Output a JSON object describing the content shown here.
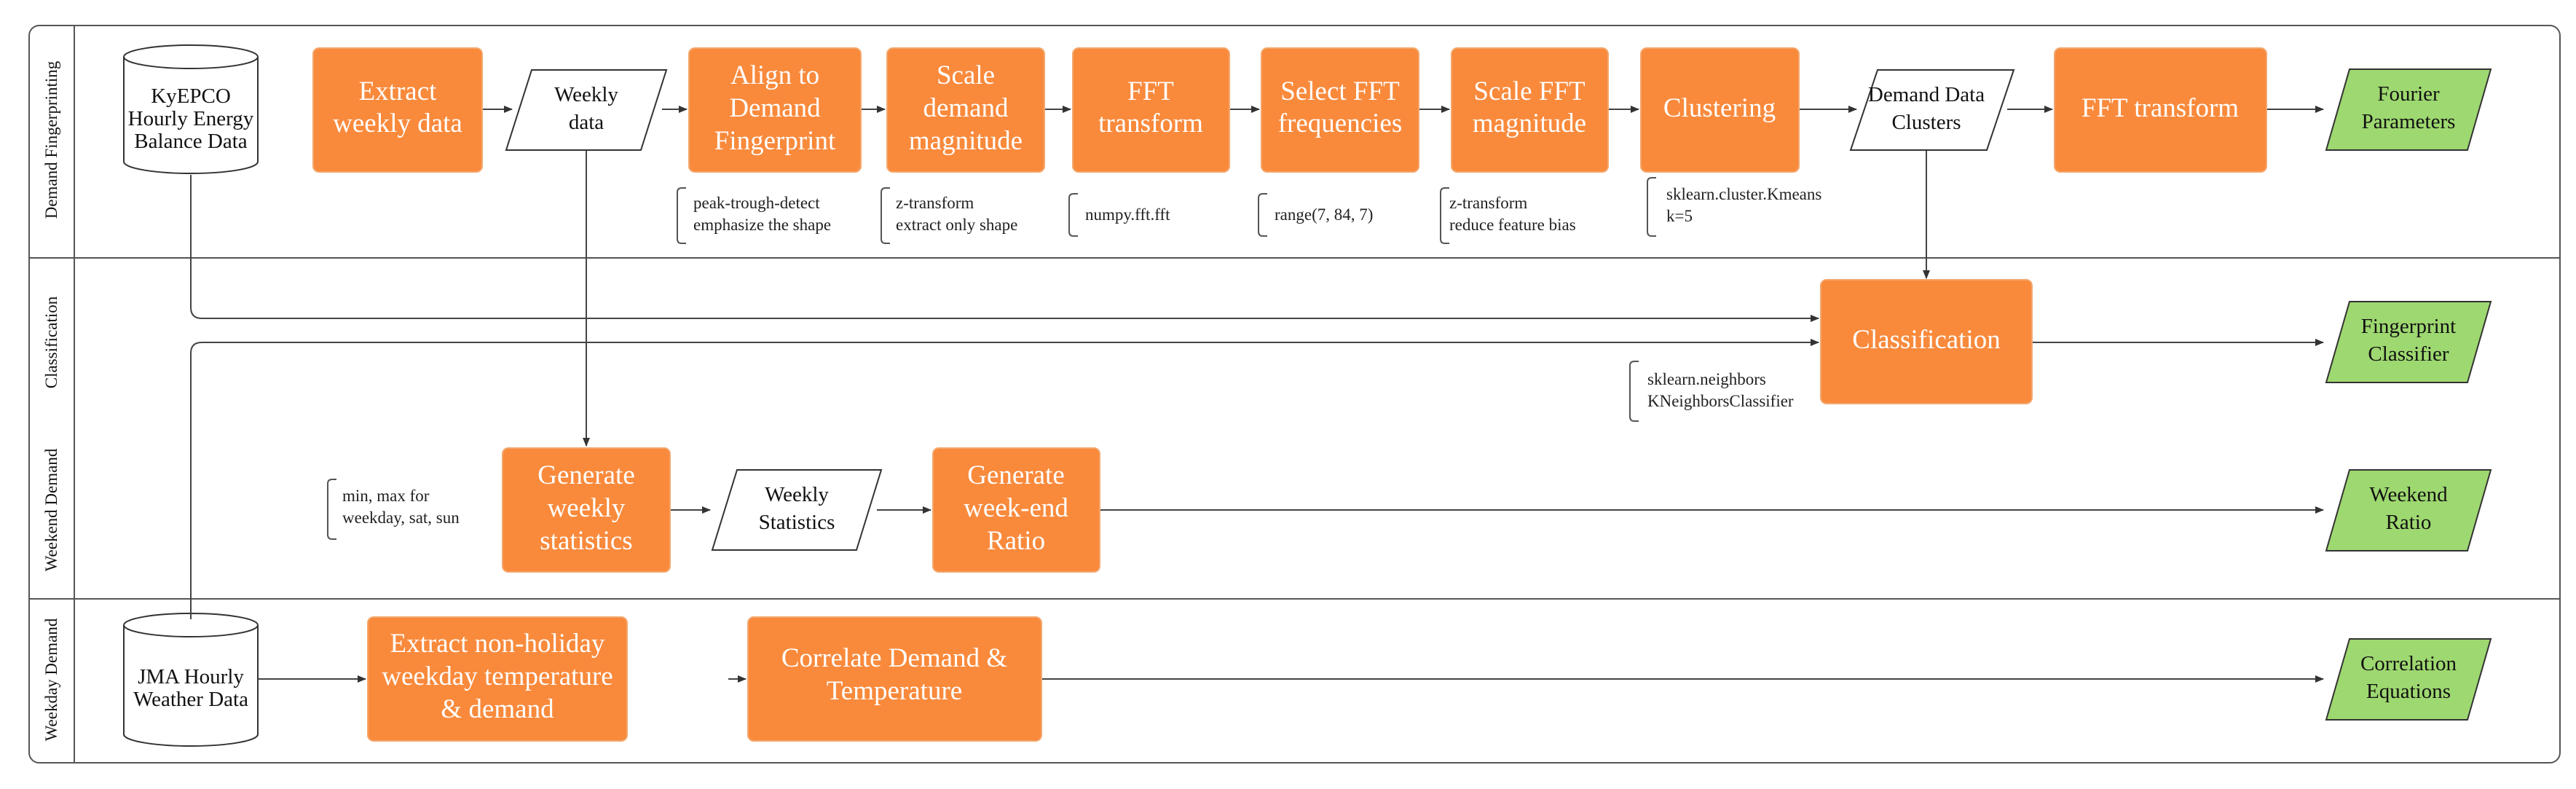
{
  "lanes": {
    "demand_fingerprinting": "Demand Fingerprinting",
    "classification": "Classification",
    "weekend_demand": "Weekend Demand",
    "weekday_demand": "Weekday Demand"
  },
  "datastores": {
    "kyepco": [
      "KyEPCO",
      "Hourly Energy",
      "Balance Data"
    ],
    "jma": [
      "JMA Hourly",
      "Weather Data"
    ]
  },
  "steps": {
    "extract_weekly": [
      "Extract",
      "weekly data"
    ],
    "align": [
      "Align to",
      "Demand",
      "Fingerprint"
    ],
    "scale_demand": [
      "Scale",
      "demand",
      "magnitude"
    ],
    "fft": [
      "FFT",
      "transform"
    ],
    "select_fft": [
      "Select FFT",
      "frequencies"
    ],
    "scale_fft": [
      "Scale FFT",
      "magnitude"
    ],
    "clustering": [
      "Clustering"
    ],
    "fft_transform": [
      "FFT transform"
    ],
    "classification": [
      "Classification"
    ],
    "gen_weekly_stats": [
      "Generate",
      "weekly",
      "statistics"
    ],
    "gen_weekend_ratio": [
      "Generate",
      "week-end",
      "Ratio"
    ],
    "extract_nonholiday": [
      "Extract non-holiday",
      "weekday temperature",
      "& demand"
    ],
    "correlate": [
      "Correlate Demand &",
      "Temperature"
    ]
  },
  "data_items": {
    "weekly_data": [
      "Weekly",
      "data"
    ],
    "demand_clusters": [
      "Demand Data",
      "Clusters"
    ],
    "weekly_statistics": [
      "Weekly",
      "Statistics"
    ]
  },
  "outputs": {
    "fourier": [
      "Fourier",
      "Parameters"
    ],
    "fingerprint": [
      "Fingerprint",
      "Classifier"
    ],
    "weekend_ratio": [
      "Weekend",
      "Ratio"
    ],
    "correlation": [
      "Correlation",
      "Equations"
    ]
  },
  "notes": {
    "peak_trough": [
      "peak-trough-detect",
      "emphasize the shape"
    ],
    "z_transform_shape": [
      "z-transform",
      "extract only shape"
    ],
    "numpy_fft": [
      "numpy.fft.fft"
    ],
    "range": [
      "range(7, 84, 7)"
    ],
    "z_transform_bias": [
      "z-transform",
      "reduce feature bias"
    ],
    "kmeans": [
      "sklearn.cluster.Kmeans",
      "k=5"
    ],
    "knn": [
      "sklearn.neighbors",
      "KNeighborsClassifier"
    ],
    "minmax": [
      "min, max for",
      "weekday, sat, sun"
    ]
  },
  "colors": {
    "process_fill": "#f98a3c",
    "output_fill": "#9ed870",
    "line": "#444444"
  }
}
